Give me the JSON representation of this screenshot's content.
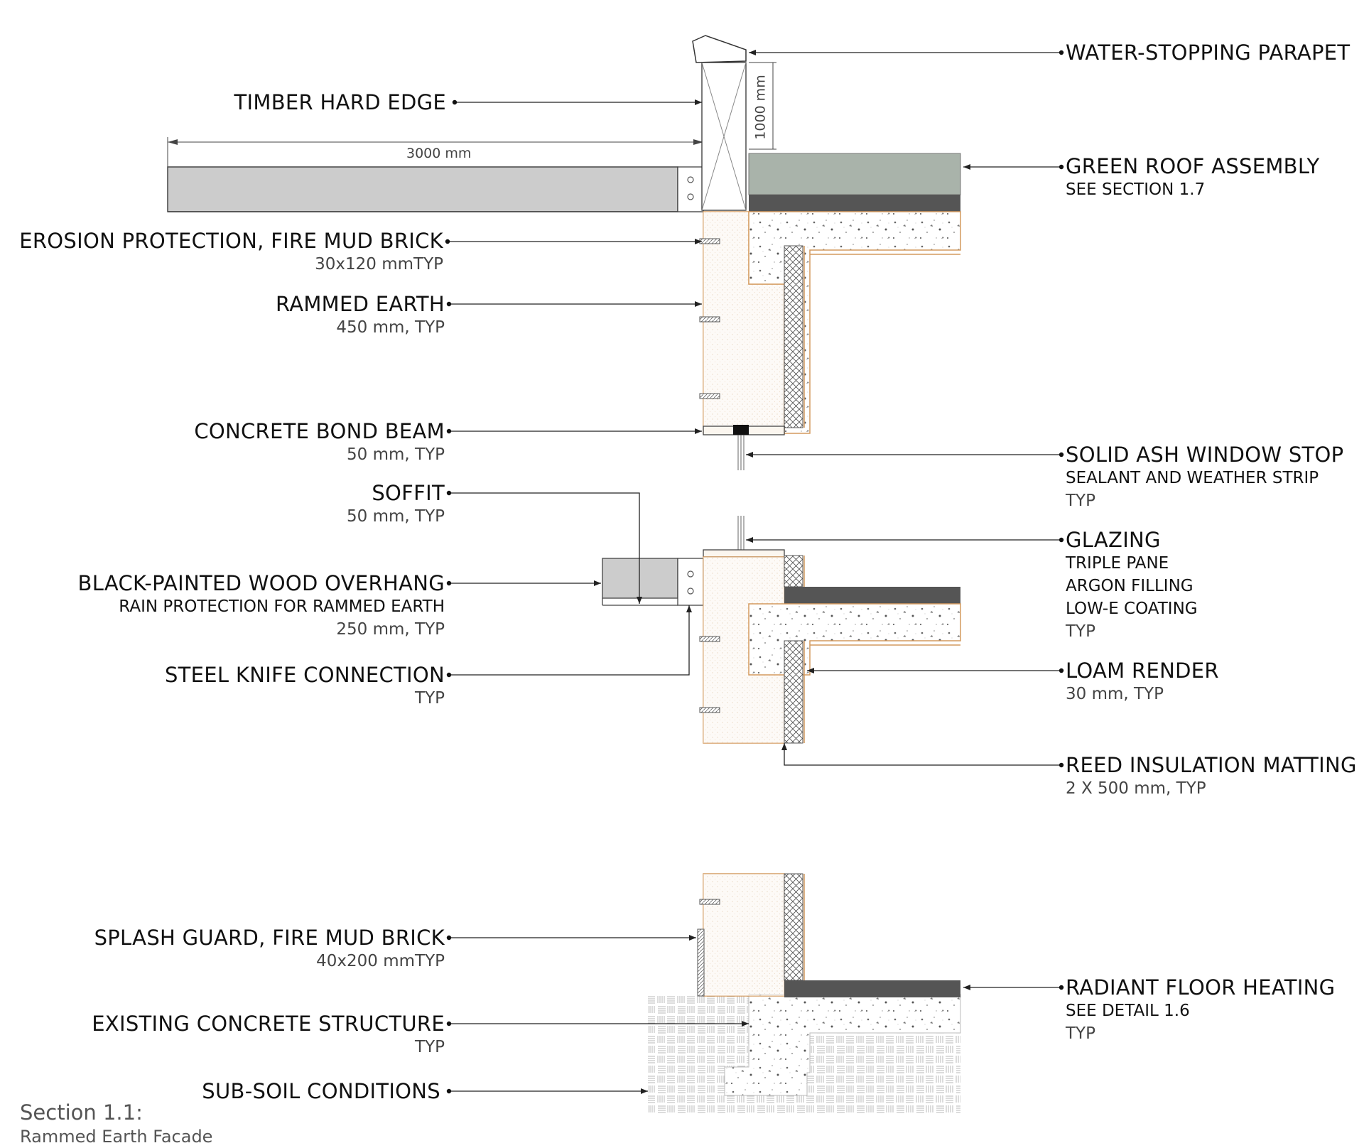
{
  "labels": {
    "timber_hard_edge": {
      "main": "TIMBER HARD EDGE"
    },
    "erosion": {
      "main": "EROSION PROTECTION, FIRE MUD BRICK",
      "sub": "30x120 mmTYP"
    },
    "rammed_earth": {
      "main": "RAMMED EARTH",
      "sub": "450 mm, TYP"
    },
    "bond_beam": {
      "main": "CONCRETE BOND BEAM",
      "sub": "50 mm, TYP"
    },
    "soffit": {
      "main": "SOFFIT",
      "sub": "50 mm, TYP"
    },
    "overhang": {
      "main": "BLACK-PAINTED WOOD OVERHANG",
      "sub": "RAIN PROTECTION FOR RAMMED EARTH",
      "sub2": "250 mm, TYP"
    },
    "knife": {
      "main": "STEEL KNIFE CONNECTION",
      "sub": "TYP"
    },
    "splash": {
      "main": "SPLASH GUARD, FIRE MUD BRICK",
      "sub": "40x200 mmTYP"
    },
    "existing": {
      "main": "EXISTING CONCRETE STRUCTURE",
      "sub": "TYP"
    },
    "subsoil": {
      "main": "SUB-SOIL CONDITIONS"
    },
    "parapet": {
      "main": "WATER-STOPPING PARAPET"
    },
    "green_roof": {
      "main": "GREEN ROOF ASSEMBLY",
      "sub": "SEE SECTION 1.7"
    },
    "window_stop": {
      "main": "SOLID ASH WINDOW STOP",
      "sub": "SEALANT AND WEATHER STRIP",
      "sub2": "TYP"
    },
    "glazing": {
      "main": "GLAZING",
      "line1": "TRIPLE PANE",
      "line2": "ARGON FILLING",
      "line3": "LOW-E COATING",
      "line4": "TYP"
    },
    "loam": {
      "main": "LOAM RENDER",
      "sub": "30 mm, TYP"
    },
    "reed": {
      "main": "REED INSULATION MATTING",
      "sub": "2 X 500 mm, TYP"
    },
    "radiant": {
      "main": "RADIANT FLOOR HEATING",
      "sub": "SEE DETAIL 1.6",
      "sub2": "TYP"
    }
  },
  "dimensions": {
    "overhang_length": "3000 mm",
    "parapet_height": "1000 mm"
  },
  "caption": {
    "title": "Section 1.1:",
    "subtitle": "Rammed Earth Facade"
  },
  "colors": {
    "green_roof": "#a9b3aa",
    "dark_layer": "#555555",
    "timber_grey": "#cccccc",
    "earth_outline": "#d39a5e",
    "earth_fill": "#fbf6ef"
  }
}
